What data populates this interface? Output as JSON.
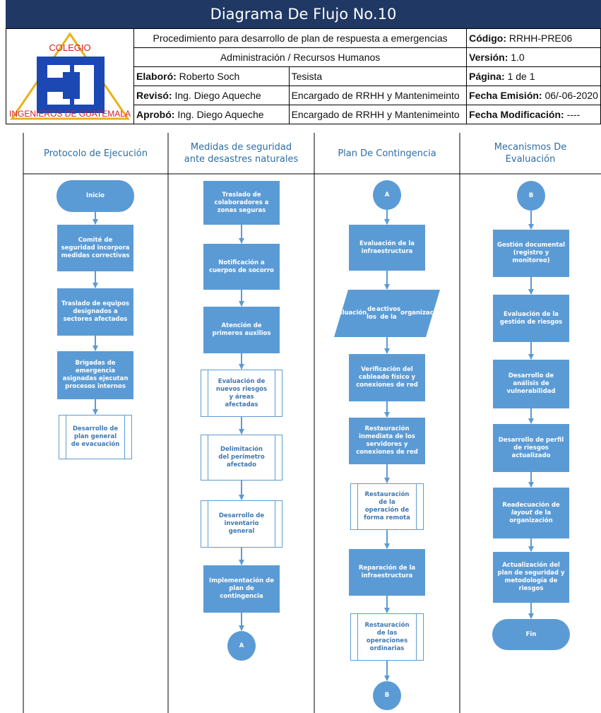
{
  "title": "Diagrama De Flujo No.10",
  "header": {
    "procedure": "Procedimiento para desarrollo de plan de respuesta a emergencias",
    "department": "Administración / Recursos Humanos",
    "code_label": "Código:",
    "code_value": "RRHH-PRE06",
    "version_label": "Versión:",
    "version_value": "1.0",
    "page_label": "Página:",
    "page_value": "1 de 1",
    "issue_label": "Fecha Emisión:",
    "issue_value": "06/-06-2020",
    "mod_label": "Fecha Modificación:",
    "mod_value": "----",
    "rows": [
      {
        "label": "Elaboró:",
        "name": "Roberto Soch",
        "role": "Tesista"
      },
      {
        "label": "Revisó:",
        "name": "Ing. Diego Aqueche",
        "role": "Encargado de RRHH y Mantenimeinto"
      },
      {
        "label": "Aprobó:",
        "name": "Ing. Diego Aqueche",
        "role": "Encargado de RRHH y Mantenimeinto"
      }
    ],
    "logo_top": "COLEGIO",
    "logo_bottom": "INGENIEROS DE GUATEMALA",
    "logo_colors": {
      "blue": "#1c48b3",
      "gold": "#e8b21b",
      "red": "#d21f1f"
    }
  },
  "lanes": [
    {
      "title_lines": [
        "Protocolo de Ejecución"
      ],
      "nodes": [
        {
          "type": "terminal",
          "lines": [
            "Inicio"
          ]
        },
        {
          "type": "process",
          "lines": [
            "Comité de",
            "seguridad incorpora",
            "medidas correctivas"
          ]
        },
        {
          "type": "process",
          "lines": [
            "Traslado de equipos",
            "designados a",
            "sectores afectados"
          ]
        },
        {
          "type": "process",
          "lines": [
            "Brigadas de",
            "emergencia",
            "asignadas ejecutan",
            "procesos internos"
          ]
        },
        {
          "type": "subprocess",
          "lines": [
            "Desarrollo de",
            "plan general",
            "de evacuación"
          ]
        }
      ]
    },
    {
      "title_lines": [
        "Medidas de seguridad",
        "ante desastres naturales"
      ],
      "nodes": [
        {
          "type": "process",
          "lines": [
            "Traslado de",
            "colaboradores a",
            "zonas seguras"
          ]
        },
        {
          "type": "process",
          "lines": [
            "Notificación a",
            "cuerpos de socorro"
          ]
        },
        {
          "type": "process",
          "lines": [
            "Atención de",
            "primeros auxilios"
          ]
        },
        {
          "type": "subprocess",
          "lines": [
            "Evaluación de",
            "nuevos riesgos",
            "y áreas",
            "afectadas"
          ]
        },
        {
          "type": "subprocess",
          "lines": [
            "Delimitación",
            "del perímetro",
            "afectado"
          ]
        },
        {
          "type": "subprocess",
          "lines": [
            "Desarrollo de",
            "inventario",
            "general"
          ]
        },
        {
          "type": "process",
          "lines": [
            "Implementación de",
            "plan de",
            "contingencia"
          ]
        },
        {
          "type": "connector",
          "lines": [
            "A"
          ]
        }
      ]
    },
    {
      "title_lines": [
        "Plan De Contingencia"
      ],
      "nodes": [
        {
          "type": "connector",
          "lines": [
            "A"
          ]
        },
        {
          "type": "process",
          "lines": [
            "Evaluación de la",
            "infraestructura"
          ]
        },
        {
          "type": "data",
          "lines": [
            "Evaluación",
            "de los",
            "activos de la",
            "organización"
          ]
        },
        {
          "type": "process",
          "lines": [
            "Verificación del",
            "cableado físico y",
            "conexiones de red"
          ]
        },
        {
          "type": "process",
          "lines": [
            "Restauración",
            "inmediata de los",
            "servidores y",
            "conexiones de red"
          ]
        },
        {
          "type": "subprocess",
          "lines": [
            "Restauración",
            "de la",
            "operación de",
            "forma remota"
          ]
        },
        {
          "type": "process",
          "lines": [
            "Reparación de la",
            "infraestructura"
          ]
        },
        {
          "type": "subprocess",
          "lines": [
            "Restauración",
            "de las",
            "operaciones",
            "ordinarias"
          ]
        },
        {
          "type": "connector",
          "lines": [
            "B"
          ]
        }
      ]
    },
    {
      "title_lines": [
        "Mecanismos De",
        "Evaluación"
      ],
      "nodes": [
        {
          "type": "connector",
          "lines": [
            "B"
          ]
        },
        {
          "type": "process",
          "lines": [
            "Gestión documental",
            "(registro y",
            "monitoreo)"
          ]
        },
        {
          "type": "process",
          "lines": [
            "Evaluación de la",
            "gestión de riesgos"
          ]
        },
        {
          "type": "process",
          "lines": [
            "Desarrollo de",
            "análisis de",
            "vulnerabilidad"
          ]
        },
        {
          "type": "process",
          "lines": [
            "Desarrollo de perfil",
            "de riesgos",
            "actualizado"
          ]
        },
        {
          "type": "process",
          "lines": [
            "Readecuación de",
            "layout de la",
            "organización"
          ]
        },
        {
          "type": "process",
          "lines": [
            "Actualización del",
            "plan de seguridad y",
            "metodología de",
            "riesgos"
          ]
        },
        {
          "type": "terminal",
          "lines": [
            "Fin"
          ]
        }
      ]
    }
  ],
  "colors": {
    "title_bar": "#1f3864",
    "node_fill": "#5b9bd5",
    "lane_title": "#2e6da4",
    "sub_text": "#3f77b0"
  }
}
